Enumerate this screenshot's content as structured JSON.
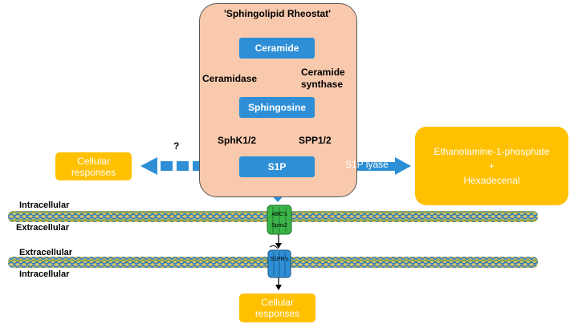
{
  "diagram": {
    "title": "'Sphingolipid Rheostat'",
    "nodes": {
      "ceramide": "Ceramide",
      "sphingosine": "Sphingosine",
      "s1p": "S1P"
    },
    "labels": {
      "ceramidase": "Ceramidase",
      "ceramide_synthase_1": "Ceramide",
      "ceramide_synthase_2": "synthase",
      "sphk": "SphK1/2",
      "spp": "SPP1/2",
      "question": "?",
      "s1p_lyase": "S1P lyase"
    },
    "cellular_responses_left": {
      "line1": "Cellular",
      "line2": "responses"
    },
    "cellular_responses_bottom": {
      "line1": "Cellular",
      "line2": "responses"
    },
    "lyase_products": {
      "line1": "Ethanolamine-1-phosphate",
      "line2": "+",
      "line3": "Hexadecenal"
    },
    "membranes": {
      "top_upper_label": "Intracellular",
      "top_lower_label": "Extracellular",
      "bottom_upper_label": "Extracellular",
      "bottom_lower_label": "Intracellular"
    },
    "proteins": {
      "transporter_line1": "ABC's",
      "transporter_line2": "Spns2",
      "receptor": "S1PR's"
    },
    "colors": {
      "panel": "#f8c9ad",
      "blue": "#2e8fd6",
      "yellow": "#ffc000",
      "transporter": "#3bb54a",
      "receptor": "#2e8fd6"
    }
  }
}
